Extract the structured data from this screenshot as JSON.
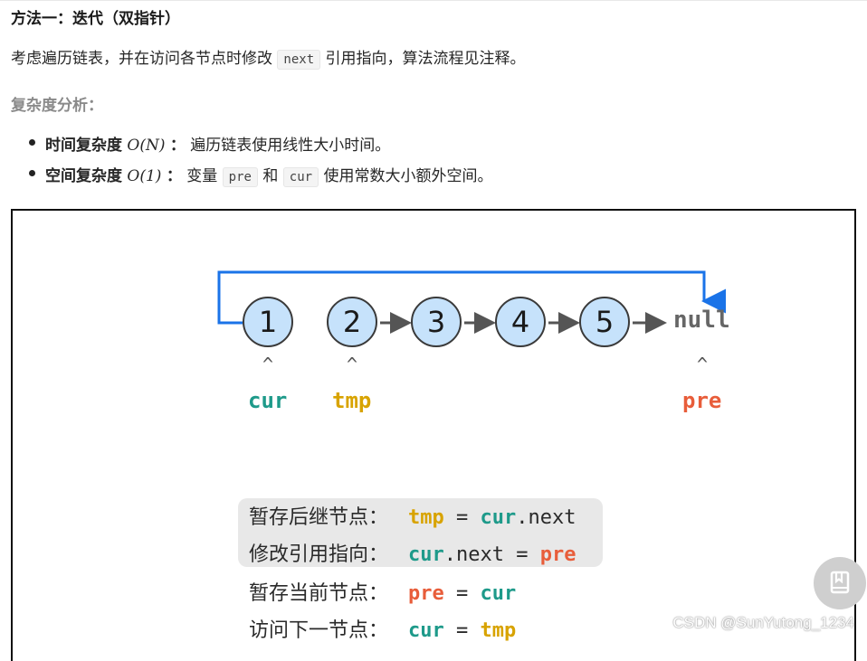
{
  "doc": {
    "title": "方法一：迭代（双指针）",
    "intro_before": "考虑遍历链表，并在访问各节点时修改",
    "intro_code": "next",
    "intro_after": "引用指向，算法流程见注释。",
    "complexity_heading": "复杂度分析：",
    "time_label": "时间复杂度",
    "time_math": "O(N)",
    "time_colon": "：",
    "time_text": "遍历链表使用线性大小时间。",
    "space_label": "空间复杂度",
    "space_math": "O(1)",
    "space_colon": "：",
    "space_text_1": "变量",
    "space_code_1": "pre",
    "space_text_2": "和",
    "space_code_2": "cur",
    "space_text_3": "使用常数大小额外空间。"
  },
  "diagram": {
    "nodes": [
      "1",
      "2",
      "3",
      "4",
      "5"
    ],
    "null_label": "null",
    "caret": "^",
    "pointers": {
      "cur": "cur",
      "tmp": "tmp",
      "pre": "pre"
    },
    "steps": [
      {
        "label": "暂存后继节点：",
        "a": "tmp",
        "op": " = ",
        "b": "cur",
        "suffix": ".next"
      },
      {
        "label": "修改引用指向：",
        "a": "cur",
        "a_suffix": ".next",
        "op": " = ",
        "b": "pre"
      },
      {
        "label": "暂存当前节点：",
        "a": "pre",
        "op": " = ",
        "b": "cur"
      },
      {
        "label": "访问下一节点：",
        "a": "cur",
        "op": " = ",
        "b": "tmp"
      }
    ],
    "colors": {
      "cur": "#1e9a8a",
      "tmp": "#d8a300",
      "pre": "#e85d3a",
      "arrow_blue": "#1a73e8",
      "node_fill": "#c6e2fb"
    }
  },
  "watermark": "CSDN @SunYutong_1234",
  "fab_icon": "bookmark-icon"
}
